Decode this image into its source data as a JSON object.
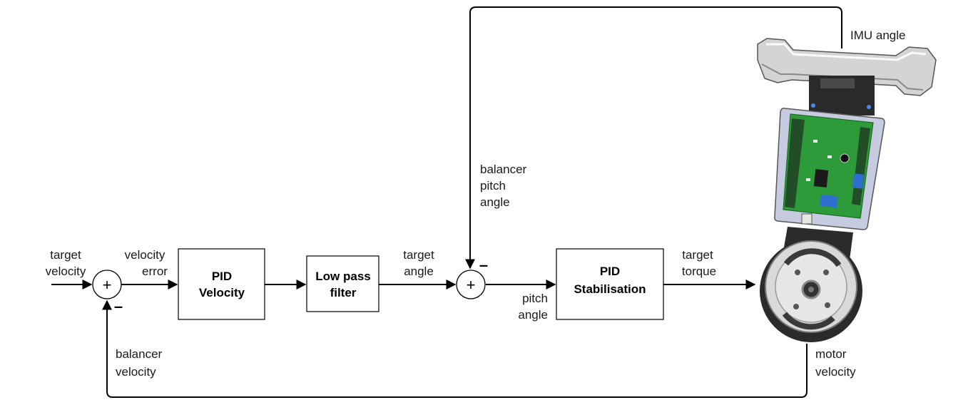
{
  "blocks": {
    "pid_velocity": [
      "PID",
      "Velocity"
    ],
    "low_pass": [
      "Low pass",
      "filter"
    ],
    "pid_stabilisation": [
      "PID",
      "Stabilisation"
    ]
  },
  "labels": {
    "target_velocity": [
      "target",
      "velocity"
    ],
    "velocity_error": [
      "velocity",
      "error"
    ],
    "target_angle": [
      "target",
      "angle"
    ],
    "pitch_angle": [
      "pitch",
      "angle"
    ],
    "target_torque": [
      "target",
      "torque"
    ],
    "balancer_pitch_angle": [
      "balancer",
      "pitch",
      "angle"
    ],
    "imu_angle": "IMU angle",
    "balancer_velocity": [
      "balancer",
      "velocity"
    ],
    "motor_velocity": [
      "motor",
      "velocity"
    ]
  },
  "signs": {
    "plus": "+",
    "minus": "–"
  },
  "colors": {
    "line": "#000000",
    "pcb": "#2e9b3a",
    "plate": "#c7cbe0",
    "dark": "#2c2c2c",
    "metal": "#d6d6d6"
  }
}
